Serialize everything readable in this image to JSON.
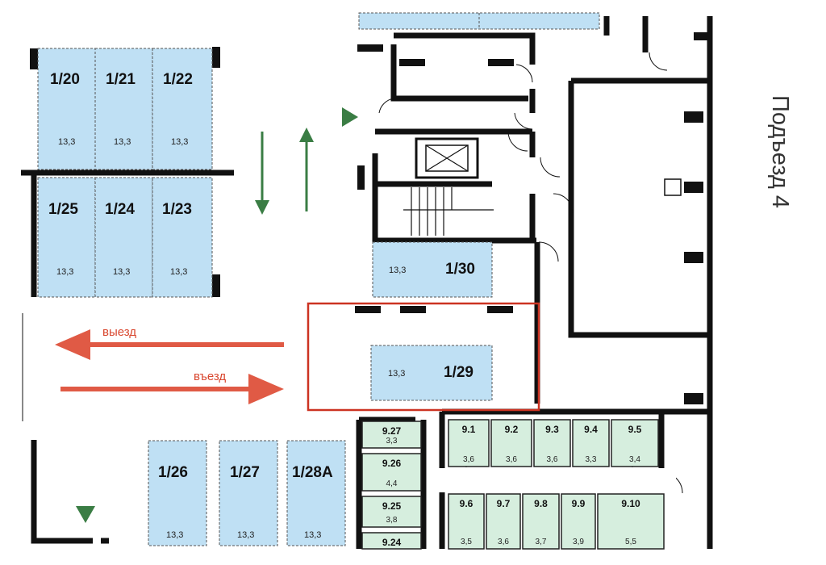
{
  "entrance_label": "Подъезд 4",
  "exit_label": "выезд",
  "entry_label": "въезд",
  "colors": {
    "parking": "#bfe0f4",
    "storage": "#d6eede",
    "wall": "#111111",
    "arrow_red": "#e05a45",
    "arrow_green": "#3a7d44",
    "highlight": "#cc3322"
  },
  "parking_spots": [
    {
      "id": "1/20",
      "area": "13,3"
    },
    {
      "id": "1/21",
      "area": "13,3"
    },
    {
      "id": "1/22",
      "area": "13,3"
    },
    {
      "id": "1/25",
      "area": "13,3"
    },
    {
      "id": "1/24",
      "area": "13,3"
    },
    {
      "id": "1/23",
      "area": "13,3"
    },
    {
      "id": "1/30",
      "area": "13,3"
    },
    {
      "id": "1/29",
      "area": "13,3"
    },
    {
      "id": "1/26",
      "area": "13,3"
    },
    {
      "id": "1/27",
      "area": "13,3"
    },
    {
      "id": "1/28A",
      "area": "13,3"
    }
  ],
  "storage_units": [
    {
      "id": "9.27",
      "area": "3,3"
    },
    {
      "id": "9.26",
      "area": "4,4"
    },
    {
      "id": "9.25",
      "area": "3,8"
    },
    {
      "id": "9.24",
      "area": ""
    },
    {
      "id": "9.1",
      "area": "3,6"
    },
    {
      "id": "9.2",
      "area": "3,6"
    },
    {
      "id": "9.3",
      "area": "3,6"
    },
    {
      "id": "9.4",
      "area": "3,3"
    },
    {
      "id": "9.5",
      "area": "3,4"
    },
    {
      "id": "9.6",
      "area": "3,5"
    },
    {
      "id": "9.7",
      "area": "3,6"
    },
    {
      "id": "9.8",
      "area": "3,7"
    },
    {
      "id": "9.9",
      "area": "3,9"
    },
    {
      "id": "9.10",
      "area": "5,5"
    }
  ]
}
